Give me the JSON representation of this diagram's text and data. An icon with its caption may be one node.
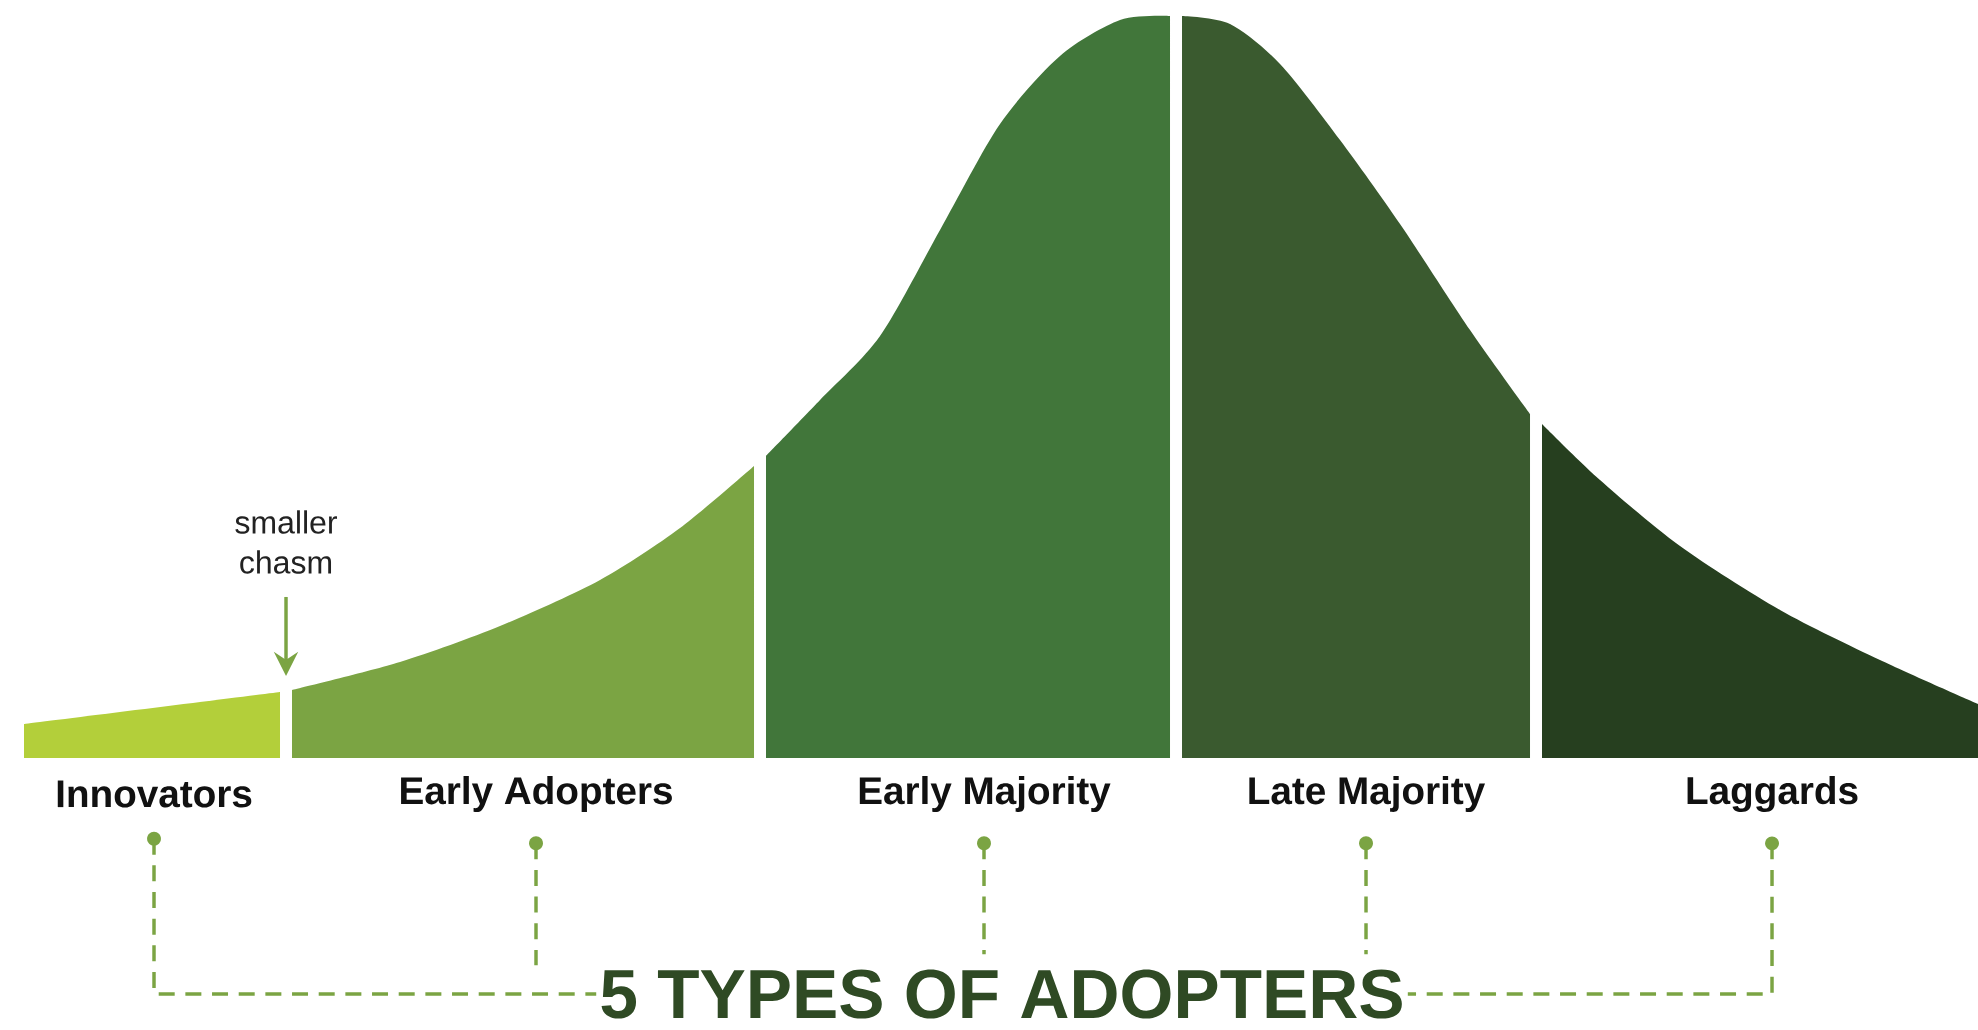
{
  "diagram": {
    "nodes": [
      {
        "text": [
          "Innovators"
        ]
      },
      {
        "text": [
          "Early Adopters"
        ]
      },
      {
        "text": [
          "Early Majority"
        ]
      },
      {
        "text": [
          "Late Majority"
        ]
      },
      {
        "text": [
          "Laggards"
        ]
      },
      {
        "text": [
          "5 TYPES OF ADOPTERS"
        ]
      },
      {
        "text": [
          "smaller chasm"
        ]
      }
    ],
    "edges": [
      {
        "from": 0,
        "to": 5,
        "arrow": "other",
        "style": "dashed"
      },
      {
        "from": 1,
        "to": 5,
        "arrow": "other",
        "style": "dashed"
      },
      {
        "from": 2,
        "to": 5,
        "arrow": "other",
        "style": "dashed"
      },
      {
        "from": 3,
        "to": 5,
        "arrow": "other",
        "style": "dashed"
      },
      {
        "from": 4,
        "to": 5,
        "arrow": "other",
        "style": "dashed"
      },
      {
        "from": 6,
        "to": 1,
        "arrow": "to"
      }
    ]
  }
}
